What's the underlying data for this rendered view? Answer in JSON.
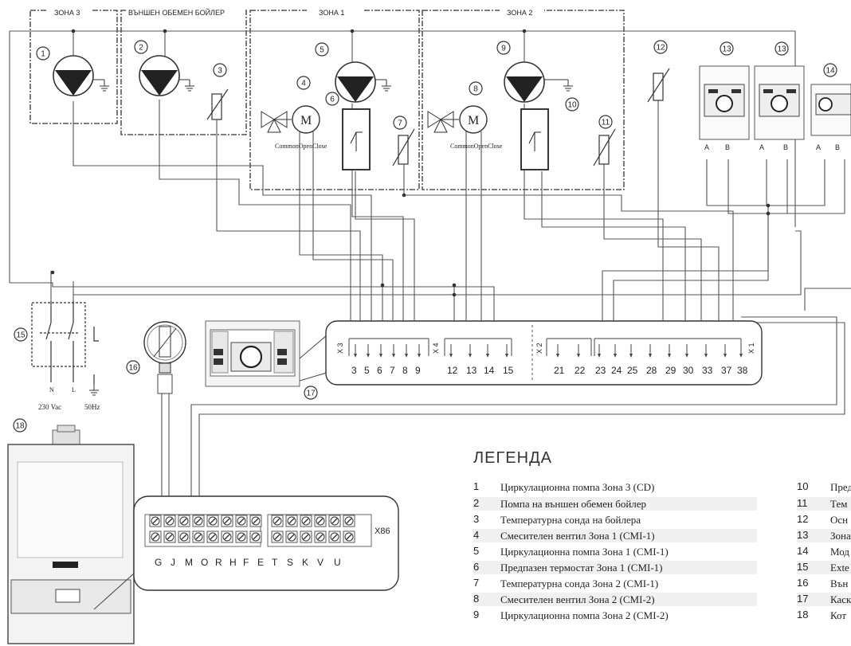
{
  "zones": {
    "zone3": "ЗОНА 3",
    "external_boiler": "ВЪНШЕН ОБЕМЕН БОЙЛЕР",
    "zone1": "ЗОНА 1",
    "zone2": "ЗОНА 2"
  },
  "motor_label": "M",
  "valve_signal_label": "CommonOpenClose",
  "power": {
    "voltage": "230 Vac",
    "frequency": "50Hz",
    "n": "N",
    "l": "L"
  },
  "thermostat_labels": {
    "a": "A",
    "b": "B"
  },
  "connector_x3": {
    "name": "X 3",
    "terminals": [
      "3",
      "5",
      "6",
      "7",
      "8",
      "9"
    ]
  },
  "connector_x4": {
    "name": "X 4",
    "terminals": [
      "12",
      "13",
      "14",
      "15"
    ]
  },
  "connector_x2": {
    "name": "X 2",
    "terminals": [
      "21",
      "22"
    ]
  },
  "connector_x1": {
    "name": "X 1",
    "terminals": [
      "23",
      "24",
      "25",
      "28",
      "29",
      "30",
      "33",
      "37",
      "38"
    ]
  },
  "boiler_terminal_block": {
    "name": "X86",
    "letters": [
      "G",
      "J",
      "M",
      "O",
      "R",
      "H",
      "F",
      "E",
      "T",
      "S",
      "K",
      "V",
      "U"
    ]
  },
  "component_numbers": [
    "1",
    "2",
    "3",
    "4",
    "5",
    "6",
    "7",
    "8",
    "9",
    "10",
    "11",
    "12",
    "13",
    "13",
    "14",
    "15",
    "16",
    "17",
    "18"
  ],
  "legend": {
    "title": "ЛЕГЕНДА",
    "items_left": [
      {
        "n": "1",
        "text": "Циркулационна помпа Зона 3 (CD)"
      },
      {
        "n": "2",
        "text": "Помпа на външен обемен бойлер"
      },
      {
        "n": "3",
        "text": "Температурна сонда на бойлера"
      },
      {
        "n": "4",
        "text": "Смесителен вентил Зона 1 (CMI-1)"
      },
      {
        "n": "5",
        "text": "Циркулационна помпа Зона 1 (CMI-1)"
      },
      {
        "n": "6",
        "text": "Предпазен термостат Зона 1 (CMI-1)"
      },
      {
        "n": "7",
        "text": "Температурна сонда Зона 2 (CMI-1)"
      },
      {
        "n": "8",
        "text": "Смесителен вентил Зона 2 (CMI-2)"
      },
      {
        "n": "9",
        "text": "Циркулационна помпа Зона 2 (CMI-2)"
      }
    ],
    "items_right": [
      {
        "n": "10",
        "text": "Пред"
      },
      {
        "n": "11",
        "text": "Тем"
      },
      {
        "n": "12",
        "text": "Осн"
      },
      {
        "n": "13",
        "text": "Зона"
      },
      {
        "n": "14",
        "text": "Мод"
      },
      {
        "n": "15",
        "text": "Exte"
      },
      {
        "n": "16",
        "text": "Вън"
      },
      {
        "n": "17",
        "text": "Каск"
      },
      {
        "n": "18",
        "text": "Кот"
      }
    ]
  }
}
